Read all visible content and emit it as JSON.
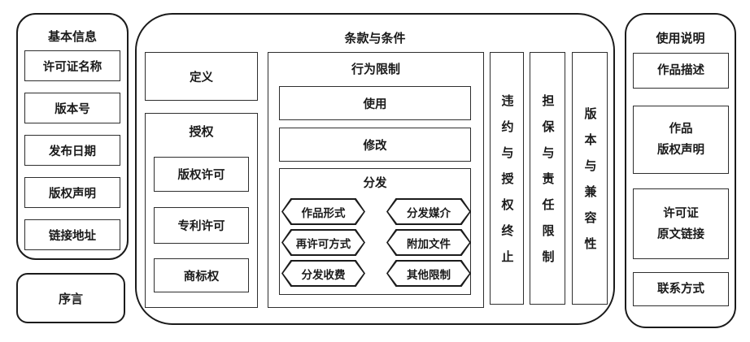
{
  "colors": {
    "stroke": "#1b1b1b",
    "background": "#ffffff"
  },
  "panels": {
    "basic_info": {
      "title": "基本信息",
      "items": [
        "许可证名称",
        "版本号",
        "发布日期",
        "版权声明",
        "链接地址"
      ]
    },
    "preamble": {
      "label": "序言"
    },
    "terms": {
      "title": "条款与条件",
      "definition": "定义",
      "authorization": {
        "title": "授权",
        "items": [
          "版权许可",
          "专利许可",
          "商标权"
        ]
      },
      "behavior_restrictions": {
        "title": "行为限制",
        "use": "使用",
        "modify": "修改",
        "distribution": {
          "title": "分发",
          "hexagons": [
            "作品形式",
            "分发媒介",
            "再许可方式",
            "附加文件",
            "分发收费",
            "其他限制"
          ]
        }
      },
      "vertical_sections": [
        "违约与授权终止",
        "担保与责任限制",
        "版本与兼容性"
      ]
    },
    "usage_notes": {
      "title": "使用说明",
      "items": [
        {
          "lines": [
            "作品描述"
          ]
        },
        {
          "lines": [
            "作品",
            "版权声明"
          ]
        },
        {
          "lines": [
            "许可证",
            "原文链接"
          ]
        },
        {
          "lines": [
            "联系方式"
          ]
        }
      ]
    }
  }
}
